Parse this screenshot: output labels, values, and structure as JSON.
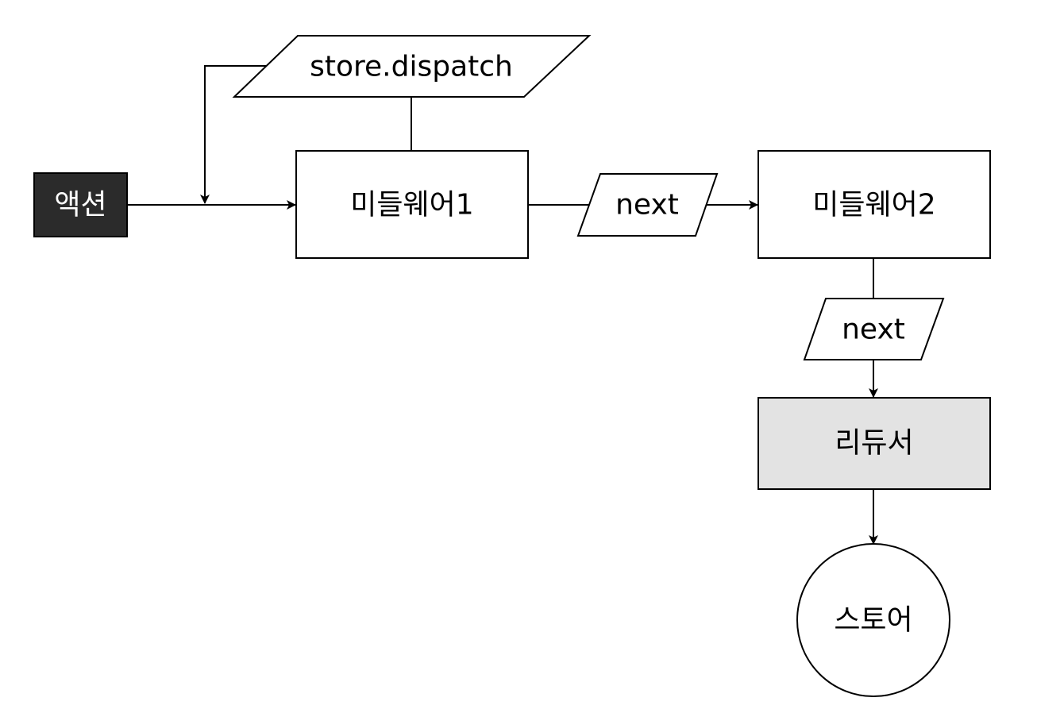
{
  "colors": {
    "action_fill": "#2b2b2b",
    "action_text": "#ffffff",
    "box_fill": "#ffffff",
    "reducer_fill": "#e3e3e3",
    "stroke": "#000000",
    "text": "#000000"
  },
  "nodes": {
    "action": "액션",
    "dispatch": "store.dispatch",
    "middleware1": "미들웨어1",
    "next1": "next",
    "middleware2": "미들웨어2",
    "next2": "next",
    "reducer": "리듀서",
    "store": "스토어"
  },
  "edges": [
    {
      "from": "action",
      "to": "middleware1",
      "arrow": true
    },
    {
      "from": "dispatch",
      "to": "action-line",
      "arrow": true
    },
    {
      "from": "dispatch",
      "to": "middleware1",
      "arrow": false
    },
    {
      "from": "middleware1",
      "to": "next1",
      "arrow": false
    },
    {
      "from": "next1",
      "to": "middleware2",
      "arrow": true
    },
    {
      "from": "middleware2",
      "to": "next2",
      "arrow": false
    },
    {
      "from": "next2",
      "to": "reducer",
      "arrow": true
    },
    {
      "from": "reducer",
      "to": "store",
      "arrow": true
    }
  ]
}
